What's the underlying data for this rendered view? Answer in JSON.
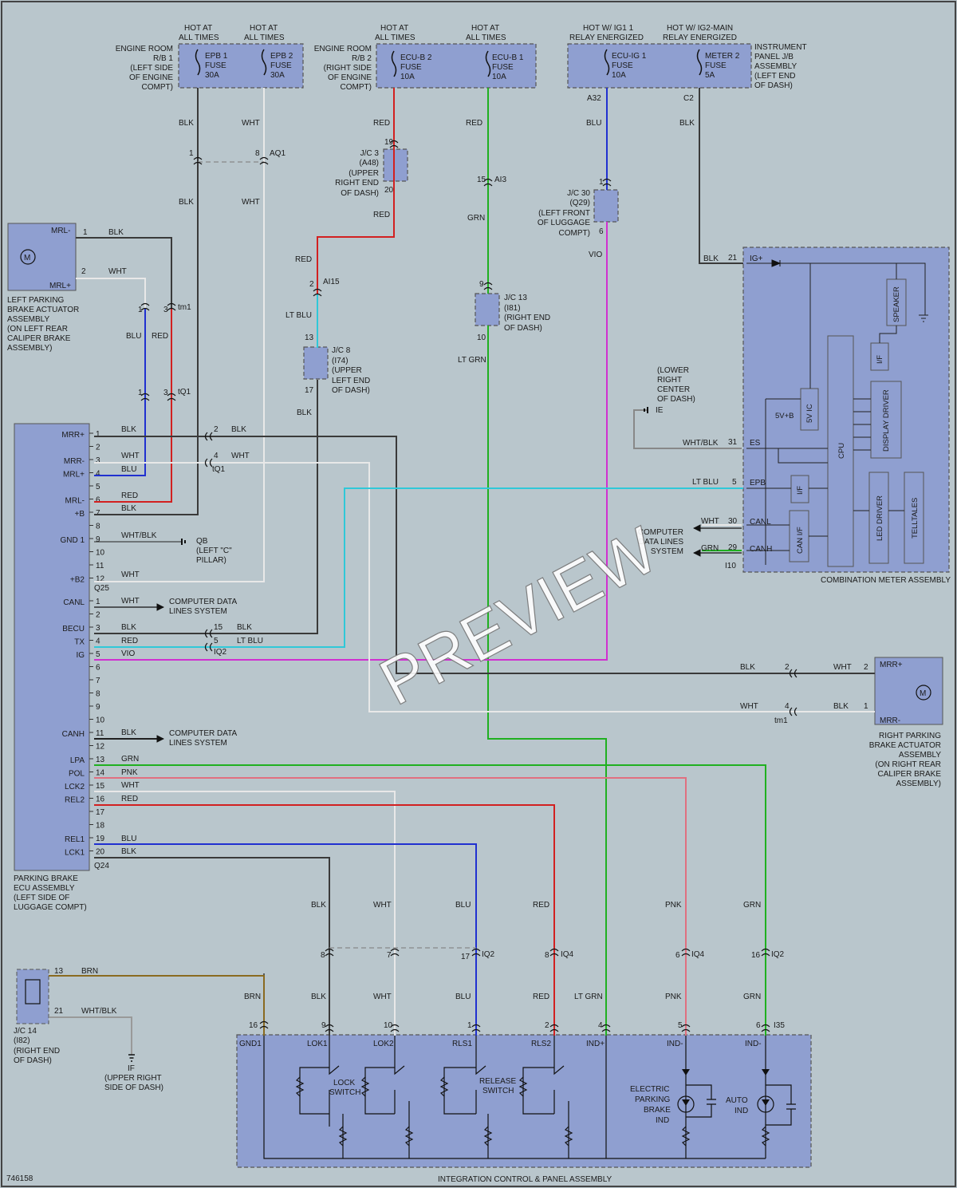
{
  "diagram_id": "746158",
  "watermark": "PREVIEW",
  "power": {
    "hot_all_times": "HOT AT ALL TIMES",
    "hot_ig1": "HOT W/ IG1 1 RELAY ENERGIZED",
    "hot_ig2": "HOT W/ IG2-MAIN RELAY ENERGIZED"
  },
  "fuse_boxes": {
    "rb1": [
      "ENGINE ROOM",
      "R/B 1",
      "(LEFT SIDE",
      "OF ENGINE",
      "COMPT)"
    ],
    "rb2": [
      "ENGINE ROOM",
      "R/B 2",
      "(RIGHT SIDE",
      "OF ENGINE",
      "COMPT)"
    ],
    "ipjb": [
      "INSTRUMENT",
      "PANEL J/B",
      "ASSEMBLY",
      "(LEFT END",
      "OF DASH)"
    ]
  },
  "fuses": {
    "epb1": [
      "EPB 1",
      "FUSE",
      "30A"
    ],
    "epb2": [
      "EPB 2",
      "FUSE",
      "30A"
    ],
    "ecub2": [
      "ECU-B 2",
      "FUSE",
      "10A"
    ],
    "ecub1": [
      "ECU-B 1",
      "FUSE",
      "10A"
    ],
    "ecuig1": [
      "ECU-IG 1",
      "FUSE",
      "10A"
    ],
    "meter2": [
      "METER 2",
      "FUSE",
      "5A"
    ]
  },
  "junctions": {
    "jc3": [
      "J/C 3",
      "(A48)",
      "(UPPER",
      "RIGHT END",
      "OF DASH)"
    ],
    "jc8": [
      "J/C 8",
      "(I74)",
      "(UPPER",
      "LEFT END",
      "OF DASH)"
    ],
    "jc13": [
      "J/C 13",
      "(I81)",
      "(RIGHT END",
      "OF DASH)"
    ],
    "jc30": [
      "J/C 30",
      "(Q29)",
      "(LEFT FRONT",
      "OF LUGGAGE",
      "COMPT)"
    ],
    "jc14": [
      "J/C 14",
      "(I82)",
      "(RIGHT END",
      "OF DASH)"
    ]
  },
  "components": {
    "left_actuator": [
      "LEFT PARKING",
      "BRAKE ACTUATOR",
      "ASSEMBLY",
      "(ON LEFT REAR",
      "CALIPER BRAKE",
      "ASSEMBLY)"
    ],
    "right_actuator": [
      "RIGHT PARKING",
      "BRAKE ACTUATOR",
      "ASSEMBLY",
      "(ON RIGHT REAR",
      "CALIPER BRAKE",
      "ASSEMBLY)"
    ],
    "ecu": [
      "PARKING BRAKE",
      "ECU ASSEMBLY",
      "(LEFT SIDE OF",
      "LUGGAGE COMPT)"
    ],
    "meter": "COMBINATION METER ASSEMBLY",
    "panel": "INTEGRATION CONTROL & PANEL ASSEMBLY",
    "computer_data": [
      "COMPUTER DATA",
      "LINES SYSTEM"
    ],
    "computer_data_meter": [
      "COMPUTER",
      "DATA LINES",
      "SYSTEM"
    ]
  },
  "grounds": {
    "qb": [
      "QB",
      "(LEFT \"C\"",
      "PILLAR)"
    ],
    "ie": [
      "(LOWER",
      "RIGHT",
      "CENTER",
      "OF DASH)",
      "IE"
    ],
    "if": [
      "IF",
      "(UPPER RIGHT",
      "SIDE OF DASH)"
    ]
  },
  "ecu_pins": {
    "q25": [
      "MRR+",
      "",
      "MRR-",
      "MRL+",
      "",
      "MRL-",
      "+B",
      "",
      "GND 1",
      "",
      "",
      "+B2"
    ],
    "q25_nums": [
      "1",
      "2",
      "3",
      "4",
      "5",
      "6",
      "7",
      "8",
      "9",
      "10",
      "11",
      "12"
    ],
    "q24_left": [
      "CANL",
      "",
      "BECU",
      "TX",
      "IG",
      "",
      "",
      "",
      "",
      "",
      "CANH",
      "",
      "LPA",
      "POL",
      "LCK2",
      "REL2",
      "",
      "",
      "REL1",
      "LCK1"
    ],
    "q24_nums": [
      "1",
      "2",
      "3",
      "4",
      "5",
      "6",
      "7",
      "8",
      "9",
      "10",
      "11",
      "12",
      "13",
      "14",
      "15",
      "16",
      "17",
      "18",
      "19",
      "20"
    ]
  },
  "meter_internal": {
    "pins": [
      "IG+",
      "ES",
      "EPB",
      "CANL",
      "CANH"
    ],
    "blocks": [
      "SPEAKER",
      "I/F",
      "5V IC",
      "5V+B",
      "DISPLAY DRIVER",
      "CPU",
      "I/F",
      "CAN I/F",
      "LED DRIVER",
      "TELLTALES"
    ],
    "connector": "I10"
  },
  "panel_internal": {
    "pins": [
      "GND1",
      "LOK1",
      "LOK2",
      "RLS1",
      "RLS2",
      "IND+",
      "IND-",
      "IND-"
    ],
    "lock_switch": [
      "LOCK",
      "SWITCH"
    ],
    "release_switch": [
      "RELEASE",
      "SWITCH"
    ],
    "epb_ind": [
      "ELECTRIC",
      "PARKING",
      "BRAKE",
      "IND"
    ],
    "auto_ind": [
      "AUTO",
      "IND"
    ],
    "connector": "I35"
  },
  "colors": {
    "BLK": "#3a3a3a",
    "WHT": "#e8e8e8",
    "RED": "#d22020",
    "BLU": "#2030d0",
    "GRN": "#20b020",
    "LT_BLU": "#30c8d8",
    "VIO": "#d030d0",
    "PNK": "#e07080",
    "BRN": "#8a6a20",
    "WHT_BLK": "#9a9a9a",
    "box_fill": "#8f9fd0",
    "background": "#b9c6cc"
  }
}
